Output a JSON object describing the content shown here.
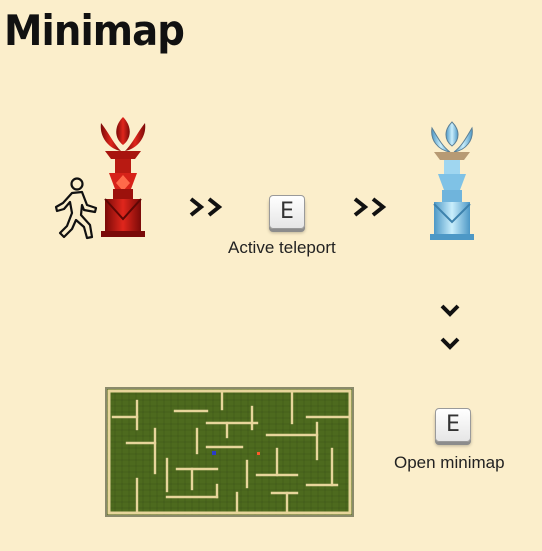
{
  "title": "Minimap",
  "step1": {
    "key": "E",
    "label": "Active teleport"
  },
  "step2": {
    "key": "E",
    "label": "Open minimap"
  },
  "colors": {
    "background": "#fbeecb",
    "maze_floor": "#4d6a1e",
    "maze_wall": "#e7d59b",
    "red_totem": "#c0150f",
    "blue_totem": "#8ed0ee"
  },
  "icons": [
    "walking-person-icon",
    "red-teleport-totem-icon",
    "blue-teleport-totem-icon",
    "double-chevron-right-icon",
    "chevron-down-icon",
    "e-key-icon",
    "maze-minimap"
  ]
}
